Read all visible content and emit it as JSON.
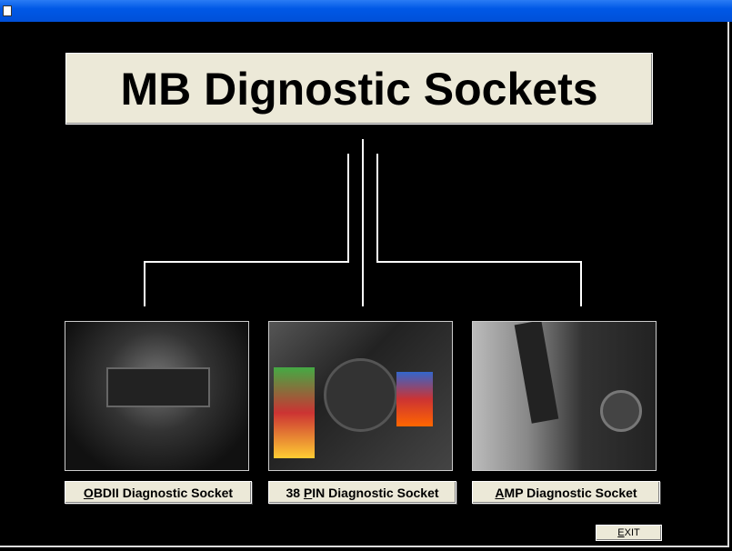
{
  "title": "MB Dignostic Sockets",
  "buttons": [
    {
      "accel": "O",
      "rest": "BDII Diagnostic Socket"
    },
    {
      "pre": "38 ",
      "accel": "P",
      "rest": "IN Diagnostic Socket"
    },
    {
      "accel": "A",
      "rest": "MP Diagnostic Socket"
    }
  ],
  "exit": {
    "accel": "E",
    "rest": "XIT"
  }
}
